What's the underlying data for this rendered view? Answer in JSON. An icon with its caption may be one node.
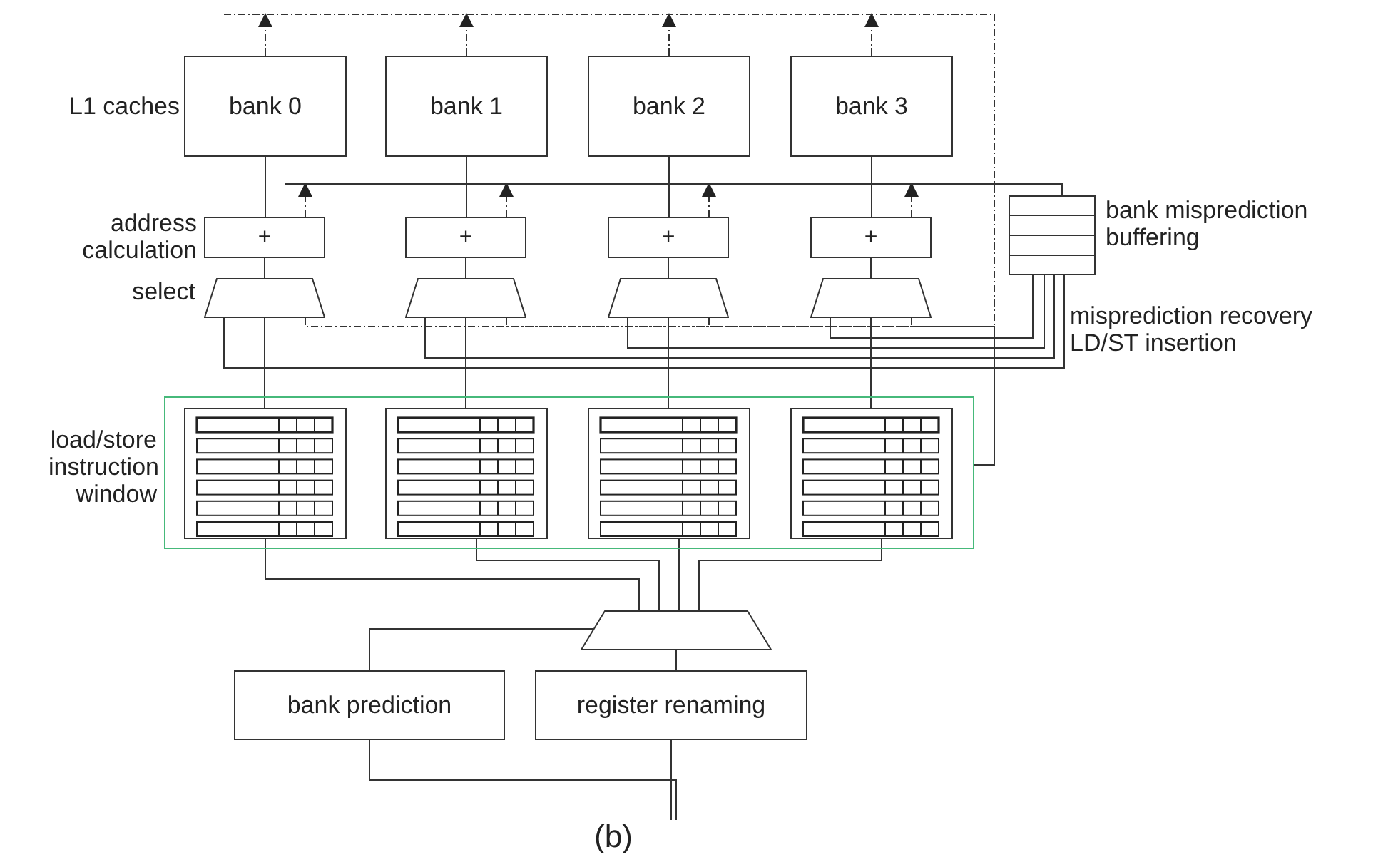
{
  "diagram": {
    "caption": "(b)",
    "nodes": [
      {
        "text": [
          "bank 0"
        ]
      },
      {
        "text": [
          "bank 1"
        ]
      },
      {
        "text": [
          "bank 2"
        ]
      },
      {
        "text": [
          "bank 3"
        ]
      },
      {
        "text": [
          "+"
        ]
      },
      {
        "text": [
          "+"
        ]
      },
      {
        "text": [
          "+"
        ]
      },
      {
        "text": [
          "+"
        ]
      },
      {
        "text": [],
        "shape": "trapezoid"
      },
      {
        "text": [],
        "shape": "trapezoid"
      },
      {
        "text": [],
        "shape": "trapezoid"
      },
      {
        "text": [],
        "shape": "trapezoid"
      },
      {
        "text": [
          "bank misprediction buffering"
        ]
      },
      {
        "text": [
          "load/store instruction window"
        ]
      },
      {
        "text": [],
        "shape": "box",
        "in": 13
      },
      {
        "text": [],
        "shape": "box",
        "in": 13
      },
      {
        "text": [],
        "shape": "box",
        "in": 13
      },
      {
        "text": [],
        "shape": "box",
        "in": 13
      },
      {
        "text": [],
        "shape": "trapezoid"
      },
      {
        "text": [
          "bank prediction"
        ]
      },
      {
        "text": [
          "register renaming"
        ]
      }
    ],
    "edges": [
      {
        "from": 0,
        "to": null,
        "arrow": "to",
        "style": "dashed"
      },
      {
        "from": 1,
        "to": null,
        "arrow": "to",
        "style": "dashed"
      },
      {
        "from": 2,
        "to": null,
        "arrow": "to",
        "style": "dashed"
      },
      {
        "from": 3,
        "to": null,
        "arrow": "to",
        "style": "dashed"
      },
      {
        "from": null,
        "to": 13,
        "arrow": "none",
        "style": "dashed"
      },
      {
        "from": 4,
        "to": null,
        "arrow": "to",
        "style": "dashed"
      },
      {
        "from": 5,
        "to": null,
        "arrow": "to",
        "style": "dashed"
      },
      {
        "from": 6,
        "to": null,
        "arrow": "to",
        "style": "dashed"
      },
      {
        "from": 7,
        "to": null,
        "arrow": "to",
        "style": "dashed"
      },
      {
        "from": null,
        "to": 12,
        "arrow": "none"
      },
      {
        "from": 0,
        "to": 4,
        "arrow": "none"
      },
      {
        "from": 1,
        "to": 5,
        "arrow": "none"
      },
      {
        "from": 2,
        "to": 6,
        "arrow": "none"
      },
      {
        "from": 3,
        "to": 7,
        "arrow": "none"
      },
      {
        "from": 4,
        "to": 8,
        "arrow": "none"
      },
      {
        "from": 5,
        "to": 9,
        "arrow": "none"
      },
      {
        "from": 6,
        "to": 10,
        "arrow": "none"
      },
      {
        "from": 7,
        "to": 11,
        "arrow": "none"
      },
      {
        "from": 8,
        "to": 14,
        "arrow": "none"
      },
      {
        "from": 9,
        "to": 15,
        "arrow": "none"
      },
      {
        "from": 10,
        "to": 16,
        "arrow": "none"
      },
      {
        "from": 11,
        "to": 17,
        "arrow": "none"
      },
      {
        "from": 8,
        "to": 13,
        "arrow": "none",
        "style": "dashed"
      },
      {
        "from": 9,
        "to": 13,
        "arrow": "none",
        "style": "dashed"
      },
      {
        "from": 10,
        "to": 13,
        "arrow": "none",
        "style": "dashed"
      },
      {
        "from": 11,
        "to": 13,
        "arrow": "none",
        "style": "dashed"
      },
      {
        "from": 12,
        "to": 8,
        "arrow": "none"
      },
      {
        "from": 12,
        "to": 9,
        "arrow": "none"
      },
      {
        "from": 12,
        "to": 10,
        "arrow": "none"
      },
      {
        "from": 12,
        "to": 11,
        "arrow": "none"
      },
      {
        "from": 14,
        "to": 18,
        "arrow": "none"
      },
      {
        "from": 15,
        "to": 18,
        "arrow": "none"
      },
      {
        "from": 16,
        "to": 18,
        "arrow": "none"
      },
      {
        "from": 17,
        "to": 18,
        "arrow": "none"
      },
      {
        "from": 19,
        "to": 18,
        "arrow": "none"
      },
      {
        "from": 18,
        "to": 20,
        "arrow": "none"
      },
      {
        "from": 20,
        "to": null,
        "arrow": "none"
      },
      {
        "from": 19,
        "to": null,
        "arrow": "none"
      }
    ],
    "labels": [
      "L1 caches",
      "address calculation",
      "select",
      "misprediction recovery",
      "LD/ST insertion"
    ]
  }
}
